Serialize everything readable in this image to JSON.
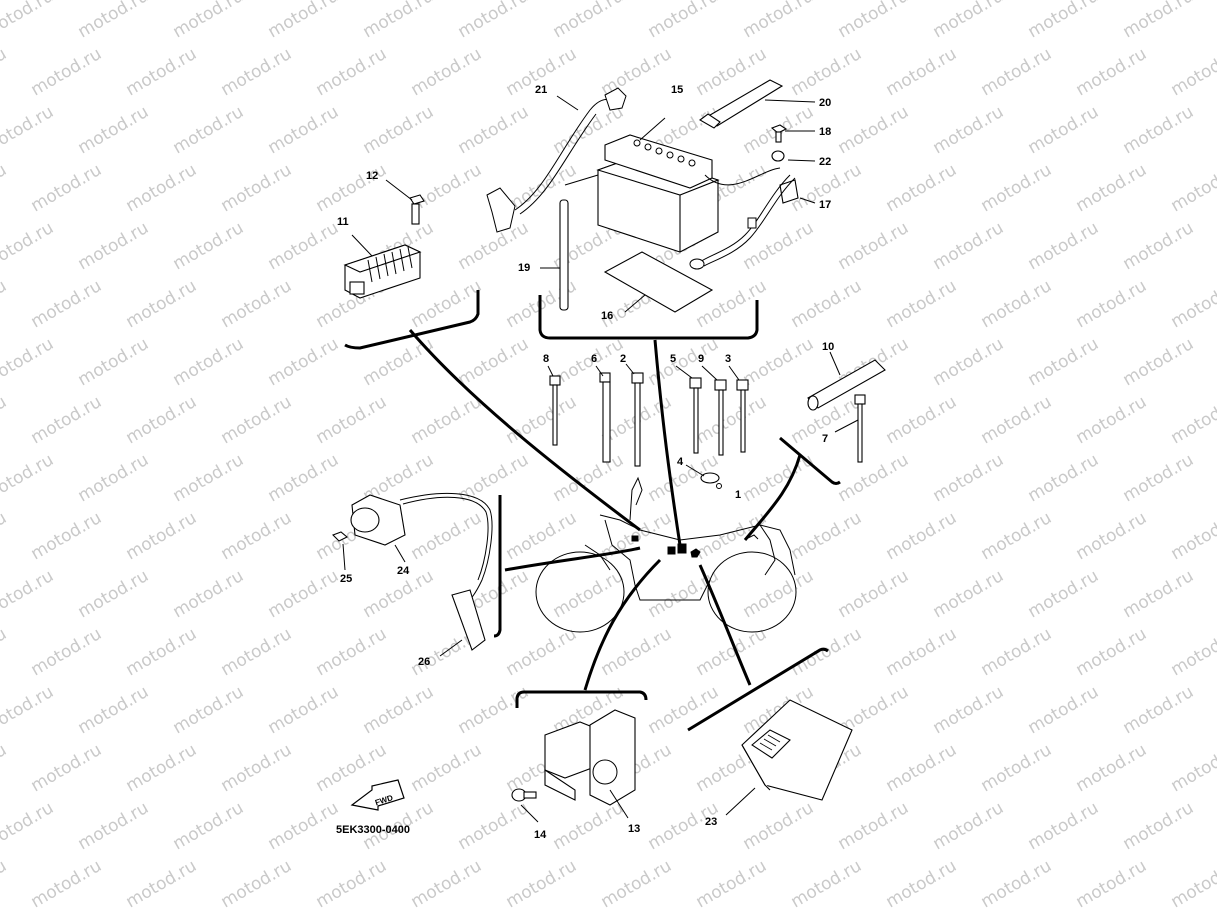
{
  "watermark": "motod.ru",
  "diagram_code": "5EK3300-0400",
  "fwd_label": "FWD",
  "callouts": {
    "c1": "1",
    "c2": "2",
    "c3": "3",
    "c4": "4",
    "c5": "5",
    "c6": "6",
    "c7": "7",
    "c8": "8",
    "c9": "9",
    "c10": "10",
    "c11": "11",
    "c12": "12",
    "c13": "13",
    "c14": "14",
    "c15": "15",
    "c16": "16",
    "c17": "17",
    "c18": "18",
    "c19": "19",
    "c20": "20",
    "c21": "21",
    "c22": "22",
    "c23": "23",
    "c24": "24",
    "c25": "25",
    "c26": "26"
  }
}
